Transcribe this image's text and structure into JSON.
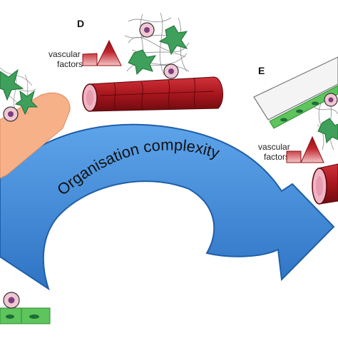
{
  "panels": {
    "d": {
      "letter": "D"
    },
    "e": {
      "letter": "E"
    }
  },
  "labels": {
    "vascular_factors_d": [
      "vascular",
      "factors"
    ],
    "vascular_factors_e": [
      "vascular",
      "factors"
    ],
    "arrow_title": "Organisation complexity"
  },
  "colors": {
    "arrow_fill": "#3d86d6",
    "arrow_stroke": "#1f5fa8",
    "vessel_red": "#b01c22",
    "vessel_dark": "#7a0d12",
    "lumen_pink": "#f0b5c5",
    "tissue_orange": "#f7b189",
    "endothelial_green": "#5ec45c",
    "cell_pink": "#f2c7d4",
    "nucleus_purple": "#7a3f7c",
    "fibroblast_green": "#3ea05a",
    "matrix_gray": "#888888",
    "factor_arrow": "#c1262d"
  }
}
